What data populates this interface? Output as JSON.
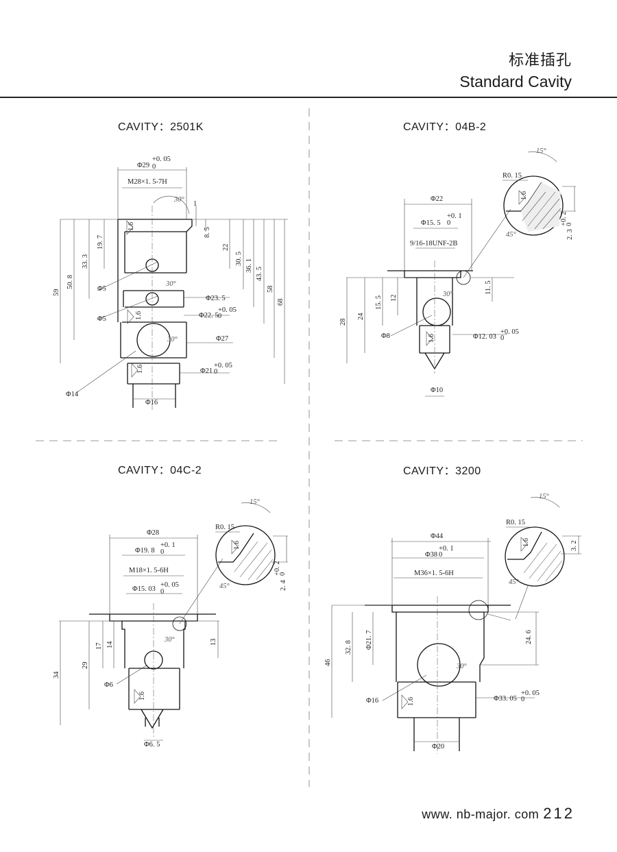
{
  "header": {
    "title_cn": "标准插孔",
    "title_en": "Standard Cavity"
  },
  "footer": {
    "website": "www. nb-major. com",
    "page_number": "212"
  },
  "cavities": [
    {
      "title": "CAVITY：2501K",
      "dims": {
        "d1": "Φ29",
        "d1_tol": "+0. 05",
        "d1_tol0": "0",
        "d2": "M28×1. 5-7H",
        "d3": "Φ23. 5",
        "d4": "Φ22. 5",
        "d4_tol": "+0. 05",
        "d4_tol0": "0",
        "d5": "Φ27",
        "d6": "Φ21",
        "d6_tol": "+0. 05",
        "d6_tol0": "0",
        "d7": "Φ16",
        "d8": "Φ14",
        "d9": "Φ5",
        "d10": "Φ5",
        "l1": "1",
        "l2": "8. 5",
        "l3": "22",
        "l4": "30. 5",
        "l5": "36. 1",
        "l6": "43. 5",
        "l7": "58",
        "l8": "68",
        "l9": "19. 7",
        "l10": "33. 3",
        "l11": "50. 8",
        "l12": "59",
        "a1": "30°",
        "a2": "30°",
        "a3": "30°",
        "r1": "1.6",
        "r2": "1.6",
        "r3": "1.6"
      }
    },
    {
      "title": "CAVITY：04B-2",
      "dims": {
        "d1": "Φ22",
        "d2": "Φ15. 5",
        "d2_tol": "+0. 1",
        "d2_tol0": "0",
        "d3": "9/16-18UNF-2B",
        "d4": "Φ12. 03",
        "d4_tol": "+0. 05",
        "d4_tol0": "0",
        "d5": "Φ10",
        "d6": "Φ8",
        "l1": "11. 5",
        "l2": "12",
        "l3": "15. 5",
        "l4": "24",
        "l5": "28",
        "rad": "R0. 15",
        "a15": "15°",
        "a45": "45°",
        "v": "2. 3",
        "v_tol": "+0. 2",
        "v_tol0": "0",
        "a1": "30°",
        "r1": "1.6",
        "r2": "1.6"
      }
    },
    {
      "title": "CAVITY：04C-2",
      "dims": {
        "d1": "Φ28",
        "d2": "Φ19. 8",
        "d2_tol": "+0. 1",
        "d2_tol0": "0",
        "d3": "M18×1. 5-6H",
        "d4": "Φ15. 03",
        "d4_tol": "+0. 05",
        "d4_tol0": "0",
        "d5": "Φ6",
        "d6": "Φ6. 5",
        "l1": "13",
        "l2": "14",
        "l3": "17",
        "l4": "29",
        "l5": "34",
        "rad": "R0. 15",
        "a15": "15°",
        "a45": "45°",
        "v": "2. 4",
        "v_tol": "+0. 2",
        "v_tol0": "0",
        "a1": "30°",
        "r1": "1.6",
        "r2": "1.6"
      }
    },
    {
      "title": "CAVITY：3200",
      "dims": {
        "d1": "Φ44",
        "d2": "Φ38",
        "d2_tol": "+0. 1",
        "d2_tol0": "0",
        "d3": "M36×1. 5-6H",
        "d4": "Φ21. 7",
        "d5": "Φ33. 05",
        "d5_tol": "+0. 05",
        "d5_tol0": "0",
        "d6": "Φ16",
        "d7": "Φ20",
        "l1": "24. 6",
        "l2": "32. 8",
        "l3": "46",
        "rad": "R0. 15",
        "a15": "15°",
        "a45": "45°",
        "v": "3. 2",
        "a1": "30°",
        "r1": "1.6",
        "r2": "1.6"
      }
    }
  ]
}
